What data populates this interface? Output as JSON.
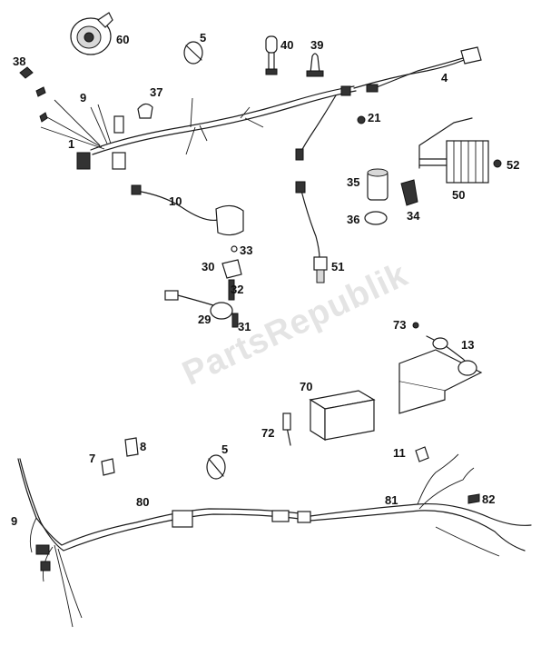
{
  "diagram": {
    "watermark": "PartsRepublik",
    "labels": {
      "p60": "60",
      "p5a": "5",
      "p40": "40",
      "p39": "39",
      "p38": "38",
      "p37": "37",
      "p9a": "9",
      "p1": "1",
      "p4": "4",
      "p21": "21",
      "p52": "52",
      "p50": "50",
      "p35": "35",
      "p34": "34",
      "p36": "36",
      "p10": "10",
      "p33": "33",
      "p30": "30",
      "p32": "32",
      "p29": "29",
      "p31": "31",
      "p51": "51",
      "p73": "73",
      "p13": "13",
      "p70": "70",
      "p72": "72",
      "p7": "7",
      "p8": "8",
      "p5b": "5",
      "p11": "11",
      "p80": "80",
      "p81": "81",
      "p82": "82",
      "p9b": "9"
    }
  }
}
